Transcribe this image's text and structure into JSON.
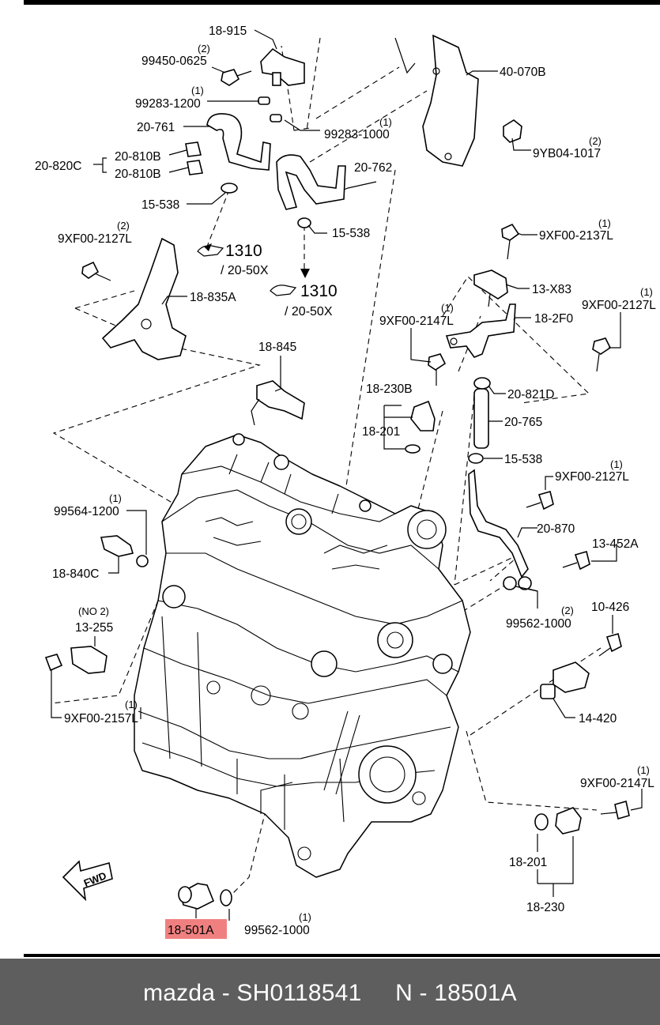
{
  "diagram": {
    "labels": [
      {
        "id": "l1",
        "text": "18-915"
      },
      {
        "id": "l2",
        "text": "(2)"
      },
      {
        "id": "l3",
        "text": "99450-0625"
      },
      {
        "id": "l4",
        "text": "(1)"
      },
      {
        "id": "l5",
        "text": "99283-1200"
      },
      {
        "id": "l6",
        "text": "20-761"
      },
      {
        "id": "l7",
        "text": "(1)"
      },
      {
        "id": "l8",
        "text": "99283-1000"
      },
      {
        "id": "l9",
        "text": "40-070B"
      },
      {
        "id": "l10",
        "text": "(2)"
      },
      {
        "id": "l11",
        "text": "9YB04-1017"
      },
      {
        "id": "l12",
        "text": "20-820C"
      },
      {
        "id": "l13",
        "text": "20-810B"
      },
      {
        "id": "l14",
        "text": "20-810B"
      },
      {
        "id": "l15",
        "text": "20-762"
      },
      {
        "id": "l16",
        "text": "15-538"
      },
      {
        "id": "l17",
        "text": "15-538"
      },
      {
        "id": "l18",
        "text": "(2)"
      },
      {
        "id": "l19",
        "text": "9XF00-2127L"
      },
      {
        "id": "l20",
        "text": "1310"
      },
      {
        "id": "l21",
        "text": "/ 20-50X"
      },
      {
        "id": "l22",
        "text": "1310"
      },
      {
        "id": "l23",
        "text": "/ 20-50X"
      },
      {
        "id": "l24",
        "text": "18-835A"
      },
      {
        "id": "l25",
        "text": "(1)"
      },
      {
        "id": "l26",
        "text": "9XF00-2137L"
      },
      {
        "id": "l27",
        "text": "13-X83"
      },
      {
        "id": "l28",
        "text": "(1)"
      },
      {
        "id": "l29",
        "text": "9XF00-2127L"
      },
      {
        "id": "l30",
        "text": "(1)"
      },
      {
        "id": "l31",
        "text": "9XF00-2147L"
      },
      {
        "id": "l32",
        "text": "18-2F0"
      },
      {
        "id": "l33",
        "text": "18-845"
      },
      {
        "id": "l34",
        "text": "20-821D"
      },
      {
        "id": "l35",
        "text": "18-230B"
      },
      {
        "id": "l36",
        "text": "20-765"
      },
      {
        "id": "l37",
        "text": "18-201"
      },
      {
        "id": "l38",
        "text": "15-538"
      },
      {
        "id": "l39",
        "text": "(1)"
      },
      {
        "id": "l40",
        "text": "9XF00-2127L"
      },
      {
        "id": "l41",
        "text": "(1)"
      },
      {
        "id": "l42",
        "text": "99564-1200"
      },
      {
        "id": "l43",
        "text": "20-870"
      },
      {
        "id": "l44",
        "text": "13-452A"
      },
      {
        "id": "l45",
        "text": "18-840C"
      },
      {
        "id": "l46",
        "text": "(2)"
      },
      {
        "id": "l47",
        "text": "99562-1000"
      },
      {
        "id": "l48",
        "text": "(NO 2)"
      },
      {
        "id": "l49",
        "text": "10-426"
      },
      {
        "id": "l50",
        "text": "13-255"
      },
      {
        "id": "l51",
        "text": "(1)"
      },
      {
        "id": "l52",
        "text": "9XF00-2157L"
      },
      {
        "id": "l53",
        "text": "14-420"
      },
      {
        "id": "l54",
        "text": "(1)"
      },
      {
        "id": "l55",
        "text": "9XF00-2147L"
      },
      {
        "id": "l56",
        "text": "18-201"
      },
      {
        "id": "l57",
        "text": "18-230"
      },
      {
        "id": "l58",
        "text": "(1)"
      },
      {
        "id": "l59",
        "text": "99562-1000"
      },
      {
        "id": "l60",
        "text": "18-501A"
      },
      {
        "id": "l61",
        "text": "FWD"
      }
    ],
    "highlight_color": "#f08080"
  },
  "footer": {
    "text": "mazda - SH0118541     N - 18501A",
    "background": "#5e5e5e"
  }
}
